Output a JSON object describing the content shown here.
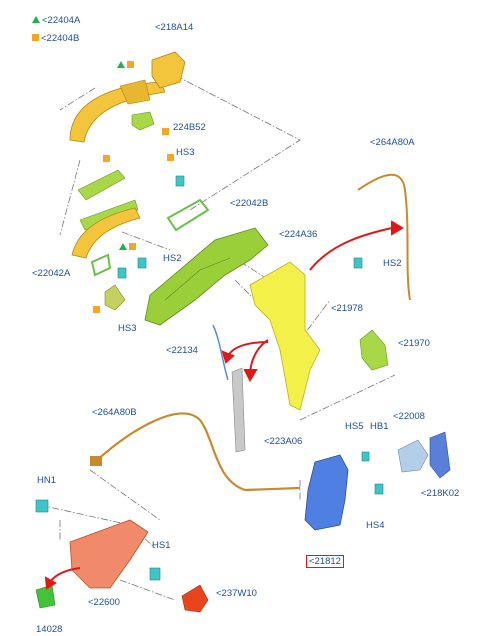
{
  "legend": {
    "triangle_ref": "<22404A",
    "square_ref": "<22404B",
    "triangle_color": "#22b14c",
    "square_color": "#f5a623"
  },
  "labels": {
    "p218A14": "<218A14",
    "p224B52": "224B52",
    "hs3_top": "HS3",
    "p264A80A": "<264A80A",
    "p22042B": "<22042B",
    "p224A36": "<224A36",
    "hs2_left": "HS2",
    "hs2_right": "HS2",
    "p22042A": "<22042A",
    "hs3_low": "HS3",
    "p21978": "<21978",
    "p21970": "<21970",
    "p22134": "<22134",
    "p264A80B": "<264A80B",
    "p223A06": "<223A06",
    "hs5": "HS5",
    "hb1": "HB1",
    "p22008": "<22008",
    "hn1": "HN1",
    "p218K02": "<218K02",
    "hs4": "HS4",
    "hs1": "HS1",
    "p21812": "<21812",
    "p22600": "<22600",
    "p237W10": "<237W10",
    "p14028": "14028"
  },
  "colors": {
    "label_text": "#1f4e99",
    "handle": "#f2c53d",
    "bracket": "#9bcf3a",
    "reinforcement": "#f4f04a",
    "latch": "#4f7fe0",
    "inner_handle": "#f08a6a",
    "cap_red": "#e8451e",
    "cap_green": "#44c23a",
    "cable": "#c9892d",
    "arrow": "#e01818",
    "highlight_box": "#e01818"
  }
}
